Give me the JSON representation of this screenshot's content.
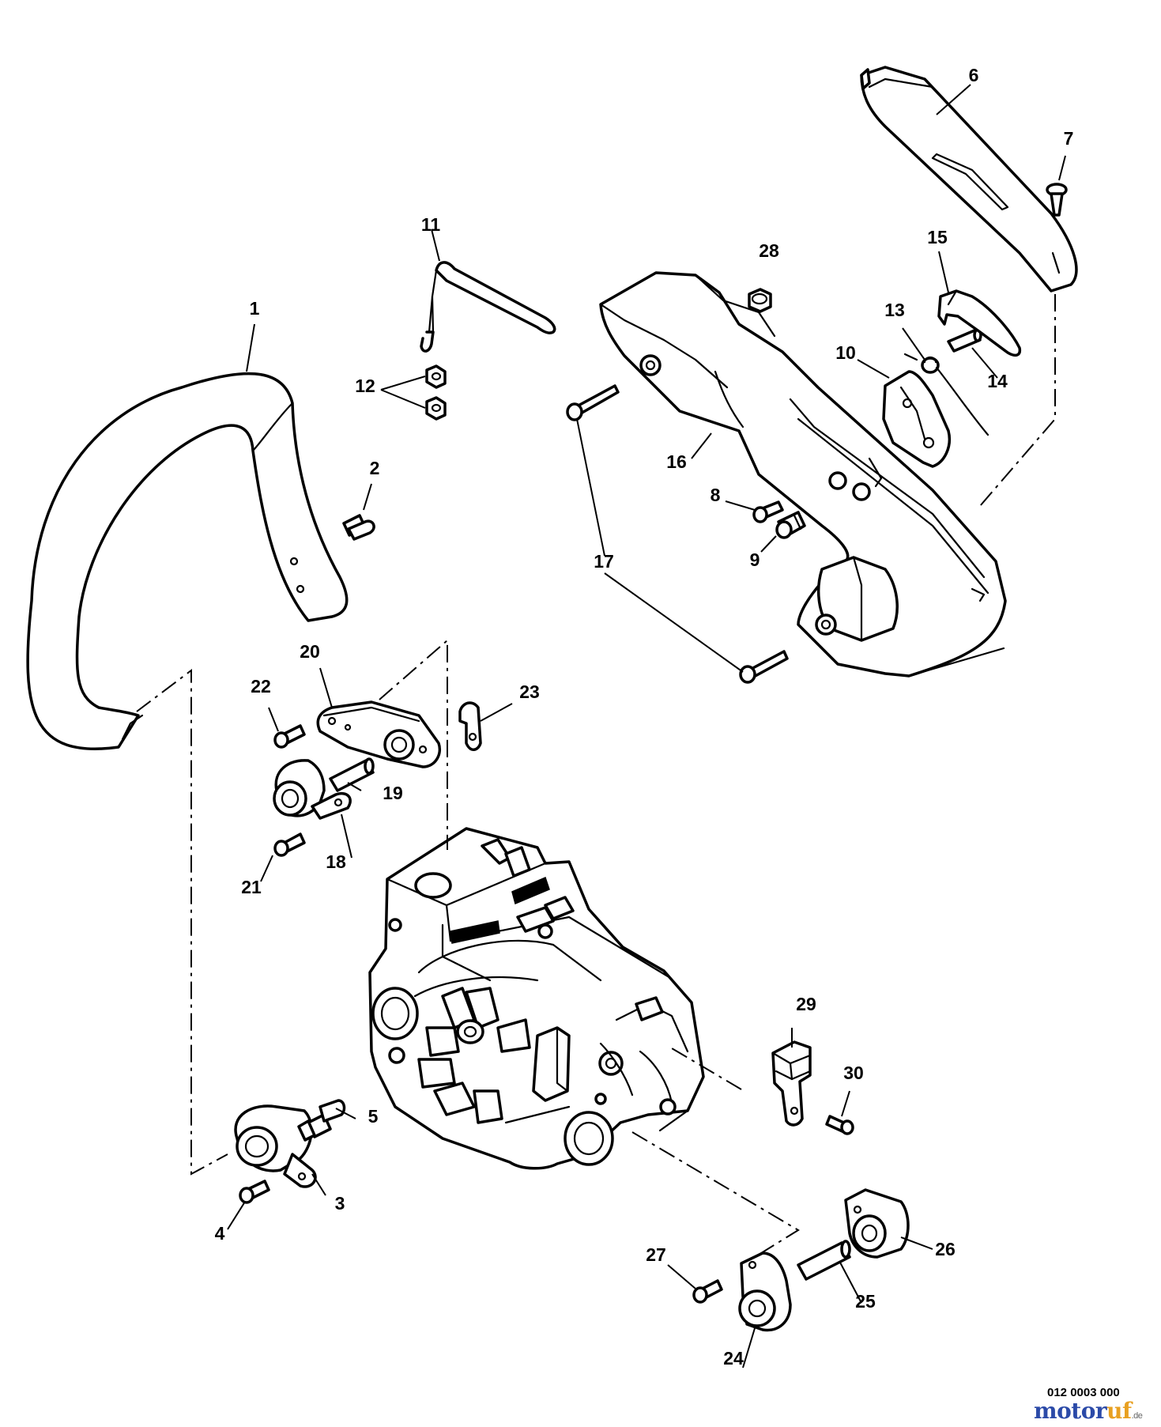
{
  "diagram": {
    "labels": [
      "1",
      "2",
      "3",
      "4",
      "5",
      "6",
      "7",
      "8",
      "9",
      "10",
      "11",
      "12",
      "13",
      "14",
      "15",
      "16",
      "17",
      "18",
      "19",
      "20",
      "21",
      "22",
      "23",
      "24",
      "25",
      "26",
      "27",
      "28",
      "29",
      "30"
    ]
  },
  "footer": {
    "drawing_code": "012 0003 000",
    "brand_main": "motor",
    "brand_accent": "uf",
    "brand_tld": ".de"
  }
}
